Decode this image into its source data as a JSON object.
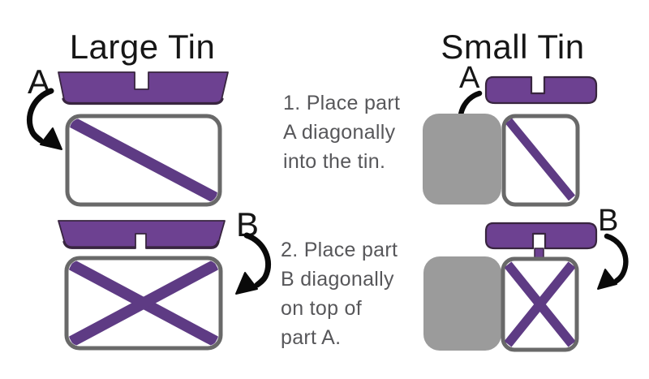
{
  "colors": {
    "background": "#ffffff",
    "purple": "#6d4191",
    "purple_strip": "#5e3b84",
    "purple_dark": "#38253f",
    "tin_border": "#696969",
    "gray_fill": "#9b9b9b",
    "arrow_black": "#0a0a0a",
    "title_color": "#161616",
    "text_gray": "#57575a"
  },
  "large_tin": {
    "title": "Large Tin",
    "label_a": "A",
    "label_b": "B"
  },
  "small_tin": {
    "title": "Small Tin",
    "label_a": "A",
    "label_b": "B"
  },
  "steps": {
    "step1": {
      "line1": "1. Place part",
      "line2": "A diagonally",
      "line3": "into the tin."
    },
    "step2": {
      "line1": "2. Place part",
      "line2": "B diagonally",
      "line3": "on top of",
      "line4": "part A."
    }
  }
}
